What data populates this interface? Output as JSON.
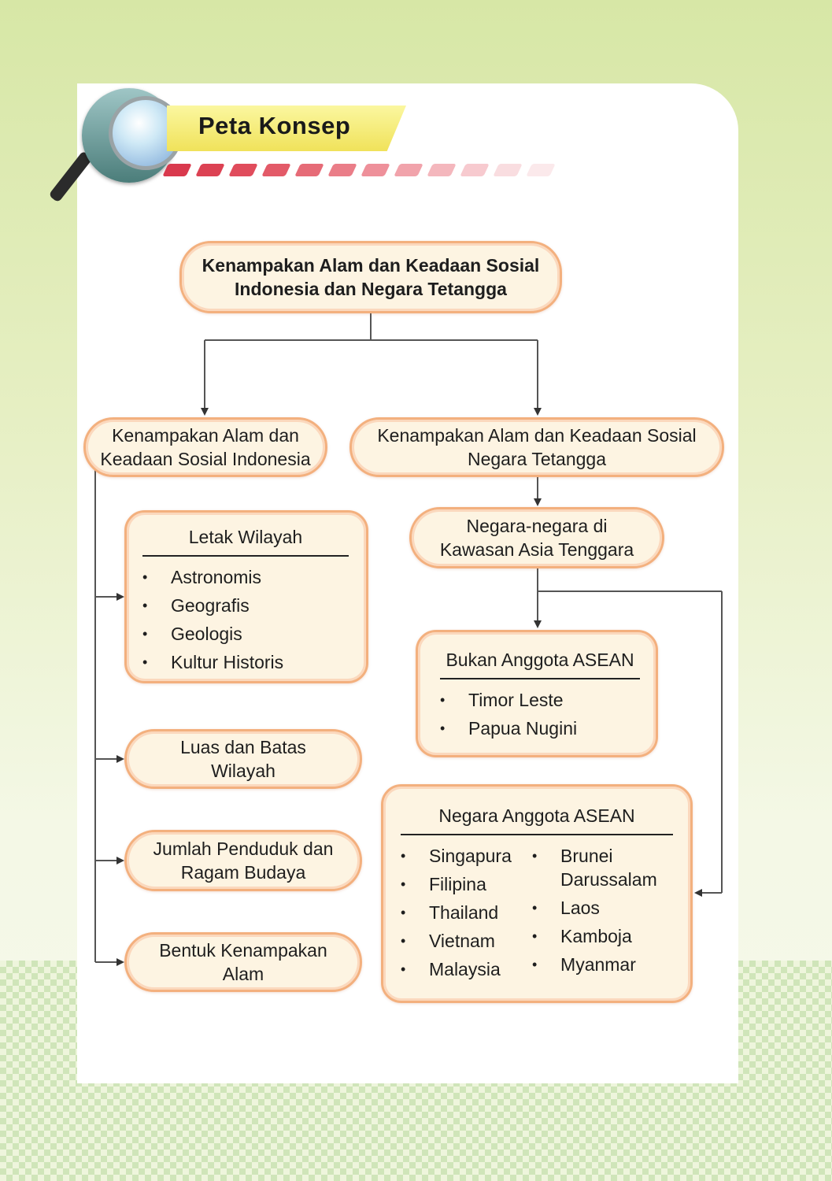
{
  "header": {
    "title": "Peta Konsep"
  },
  "root": {
    "line1": "Kenampakan Alam dan Keadaan Sosial",
    "line2": "Indonesia dan Negara Tetangga"
  },
  "left_branch": {
    "line1": "Kenampakan Alam dan",
    "line2": "Keadaan Sosial Indonesia"
  },
  "right_branch": {
    "line1": "Kenampakan Alam dan Keadaan Sosial",
    "line2": "Negara Tetangga"
  },
  "letak_wilayah": {
    "title": "Letak Wilayah",
    "items": [
      "Astronomis",
      "Geografis",
      "Geologis",
      "Kultur Historis"
    ]
  },
  "luas_batas": {
    "line1": "Luas dan Batas",
    "line2": "Wilayah"
  },
  "penduduk": {
    "line1": "Jumlah Penduduk dan",
    "line2": "Ragam Budaya"
  },
  "bentuk": {
    "line1": "Bentuk Kenampakan",
    "line2": "Alam"
  },
  "asia_tenggara": {
    "line1": "Negara-negara di",
    "line2": "Kawasan Asia Tenggara"
  },
  "bukan_asean": {
    "title": "Bukan Anggota ASEAN",
    "items": [
      "Timor Leste",
      "Papua Nugini"
    ]
  },
  "anggota_asean": {
    "title": "Negara Anggota ASEAN",
    "col1": [
      "Singapura",
      "Filipina",
      "Thailand",
      "Vietnam",
      "Malaysia"
    ],
    "col2": [
      "Brunei Darussalam",
      "Laos",
      "Kamboja",
      "Myanmar"
    ]
  },
  "colors": {
    "box_fill": "#fdf4e2",
    "box_border": "#f3b07e",
    "title_bar": "#f0e25a",
    "dash": "#e04a5a"
  }
}
